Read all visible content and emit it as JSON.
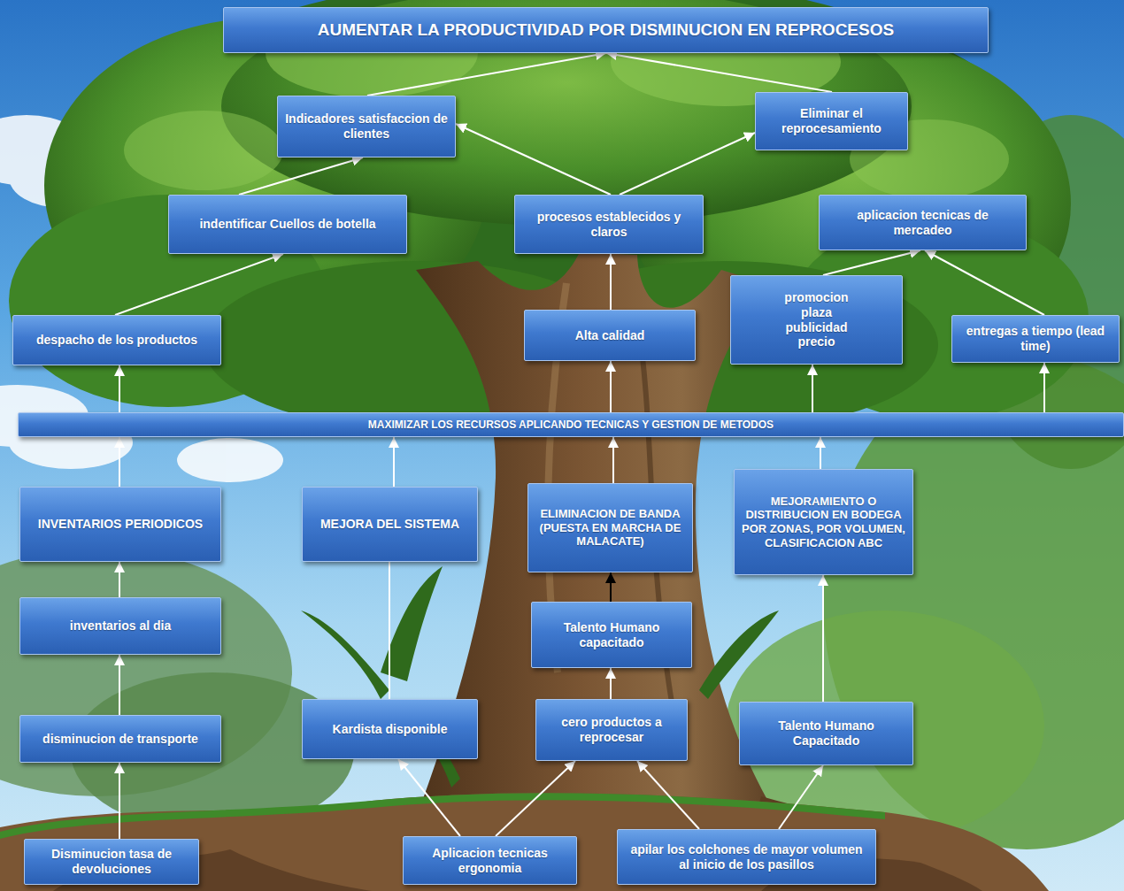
{
  "diagram": {
    "nodes": [
      {
        "text": [
          "AUMENTAR LA PRODUCTIVIDAD POR DISMINUCION EN REPROCESOS"
        ]
      },
      {
        "text": [
          "Indicadores satisfaccion de clientes"
        ]
      },
      {
        "text": [
          "Eliminar el reprocesamiento"
        ]
      },
      {
        "text": [
          "indentificar Cuellos de botella"
        ]
      },
      {
        "text": [
          "procesos establecidos y claros"
        ]
      },
      {
        "text": [
          "aplicacion tecnicas de mercadeo"
        ]
      },
      {
        "text": [
          "despacho de los productos"
        ]
      },
      {
        "text": [
          "Alta calidad"
        ]
      },
      {
        "text": [
          "promocion plaza publicidad precio"
        ]
      },
      {
        "text": [
          "entregas a tiempo (lead time)"
        ]
      },
      {
        "text": [
          "MAXIMIZAR LOS RECURSOS APLICANDO TECNICAS Y GESTION DE METODOS"
        ]
      },
      {
        "text": [
          "INVENTARIOS PERIODICOS"
        ]
      },
      {
        "text": [
          "MEJORA DEL SISTEMA"
        ]
      },
      {
        "text": [
          "ELIMINACION DE BANDA (PUESTA EN MARCHA DE MALACATE)"
        ]
      },
      {
        "text": [
          "MEJORAMIENTO O DISTRIBUCION EN BODEGA POR ZONAS, POR VOLUMEN, CLASIFICACION ABC"
        ]
      },
      {
        "text": [
          "inventarios al dia"
        ]
      },
      {
        "text": [
          "Talento Humano capacitado"
        ]
      },
      {
        "text": [
          "disminucion de transporte"
        ]
      },
      {
        "text": [
          "Kardista disponible"
        ]
      },
      {
        "text": [
          "cero productos a reprocesar"
        ]
      },
      {
        "text": [
          "Talento Humano Capacitado"
        ]
      },
      {
        "text": [
          "Disminucion tasa de devoluciones"
        ]
      },
      {
        "text": [
          "Aplicacion tecnicas ergonomia"
        ]
      },
      {
        "text": [
          "apilar los colchones de mayor volumen al inicio de los pasillos"
        ]
      }
    ],
    "edges": [
      {
        "from": 21,
        "to": 17,
        "arrow": "to"
      },
      {
        "from": 17,
        "to": 15,
        "arrow": "to"
      },
      {
        "from": 15,
        "to": 11,
        "arrow": "to"
      },
      {
        "from": 11,
        "to": 10,
        "arrow": "to"
      },
      {
        "from": 10,
        "to": 6,
        "arrow": "to"
      },
      {
        "from": 6,
        "to": 3,
        "arrow": "to"
      },
      {
        "from": 3,
        "to": 1,
        "arrow": "to"
      },
      {
        "from": 1,
        "to": 0,
        "arrow": "to"
      },
      {
        "from": 4,
        "to": 1,
        "arrow": "to"
      },
      {
        "from": 4,
        "to": 2,
        "arrow": "to"
      },
      {
        "from": 2,
        "to": 0,
        "arrow": "to"
      },
      {
        "from": 7,
        "to": 4,
        "arrow": "to"
      },
      {
        "from": 10,
        "to": 7,
        "arrow": "to"
      },
      {
        "from": 13,
        "to": 10,
        "arrow": "to"
      },
      {
        "from": 16,
        "to": 13,
        "arrow": "to"
      },
      {
        "from": 19,
        "to": 16,
        "arrow": "to"
      },
      {
        "from": 10,
        "to": 8,
        "arrow": "to"
      },
      {
        "from": 8,
        "to": 5,
        "arrow": "to"
      },
      {
        "from": 9,
        "to": 5,
        "arrow": "to"
      },
      {
        "from": 10,
        "to": 9,
        "arrow": "to"
      },
      {
        "from": 14,
        "to": 10,
        "arrow": "to"
      },
      {
        "from": 20,
        "to": 14,
        "arrow": "to"
      },
      {
        "from": 12,
        "to": 10,
        "arrow": "to"
      },
      {
        "from": 18,
        "to": 12,
        "arrow": "none"
      },
      {
        "from": 22,
        "to": 18,
        "arrow": "to"
      },
      {
        "from": 22,
        "to": 19,
        "arrow": "to"
      },
      {
        "from": 23,
        "to": 19,
        "arrow": "to"
      },
      {
        "from": 23,
        "to": 20,
        "arrow": "to"
      }
    ]
  }
}
